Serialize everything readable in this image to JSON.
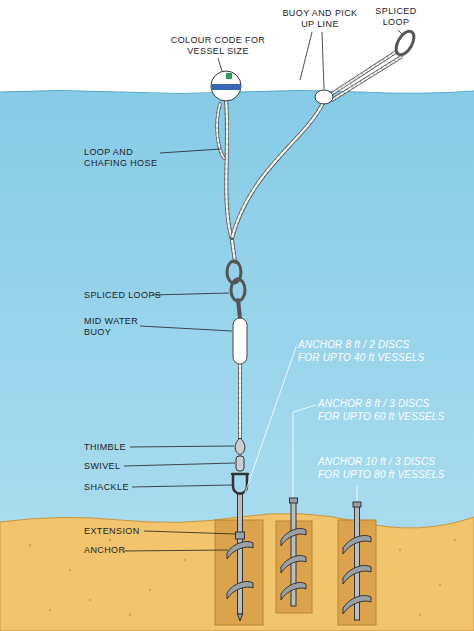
{
  "diagram": {
    "labels": [
      "COLOUR CODE FOR VESSEL SIZE",
      "BUOY AND PICK UP LINE",
      "SPLICED LOOP",
      "LOOP AND CHAFING HOSE",
      "SPLICED LOOPS",
      "MID WATER BUOY",
      "ANCHOR 8 ft / 2 DISCS FOR UPTO 40 ft VESSELS",
      "ANCHOR 8 ft / 3 DISCS FOR UPTO 60 ft VESSELS",
      "THIMBLE",
      "SWIVEL",
      "SHACKLE",
      "ANCHOR 10 ft / 3 DISCS FOR UPTO 80 ft VESSELS",
      "EXTENSION",
      "ANCHOR"
    ]
  }
}
